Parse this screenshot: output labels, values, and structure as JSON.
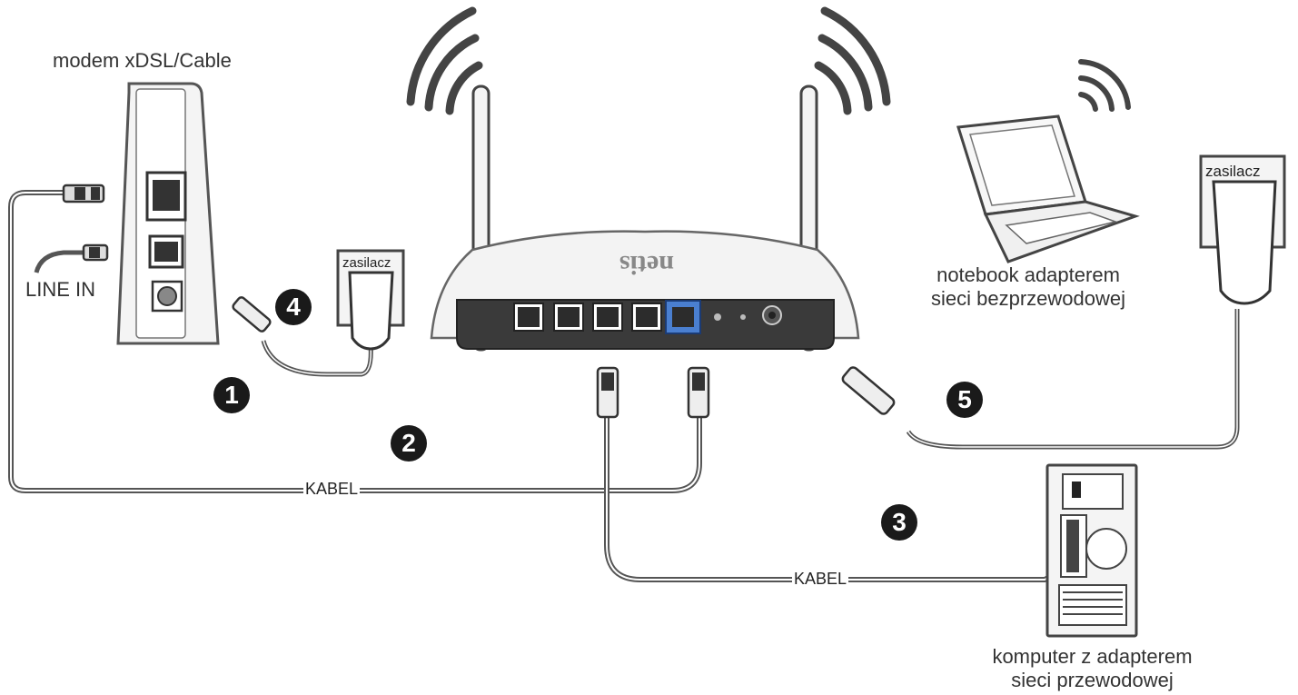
{
  "labels": {
    "modem": "modem xDSL/Cable",
    "line_in": "LINE IN",
    "psu_left": "zasilacz",
    "psu_right": "zasilacz",
    "notebook_line1": "notebook adapterem",
    "notebook_line2": "sieci bezprzewodowej",
    "computer_line1": "komputer z adapterem",
    "computer_line2": "sieci przewodowej",
    "cable_1": "KABEL",
    "cable_2": "KABEL",
    "router_brand": "netis"
  },
  "steps": [
    "1",
    "2",
    "3",
    "4",
    "5"
  ],
  "colors": {
    "line": "#444444",
    "device": "#f2f2f2",
    "dark": "#333333",
    "port_wan": "#4a7fd0",
    "badge": "#1a1a1a"
  }
}
